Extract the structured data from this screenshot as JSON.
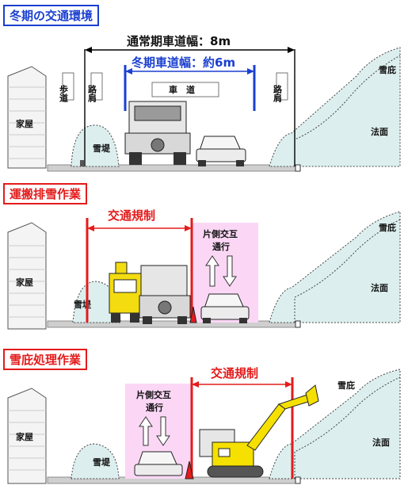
{
  "panel1": {
    "title": "冬期の交通環境",
    "normal_width_label": "通常期車道幅：8m",
    "winter_width_label": "冬期車道幅：約6m",
    "sidewalk": "歩道",
    "shoulder_left": "路肩",
    "shoulder_right": "路肩",
    "roadway": "車　道",
    "house": "家屋",
    "snowbank": "雪堤",
    "snow_storage": "雪庇",
    "slope": "法面"
  },
  "panel2": {
    "title": "運搬排雪作業",
    "traffic_control": "交通規制",
    "alternating_1": "片側交互",
    "alternating_2": "通行",
    "house": "家屋",
    "snowbank": "雪堤",
    "snow_storage": "雪庇",
    "slope": "法面"
  },
  "panel3": {
    "title": "雪庇処理作業",
    "traffic_control": "交通規制",
    "alternating_1": "片側交互",
    "alternating_2": "通行",
    "house": "家屋",
    "snowbank": "雪堤",
    "snow_storage": "雪庇",
    "slope": "法面"
  },
  "colors": {
    "title_blue": "#1a3fd0",
    "title_red": "#e41b1b",
    "snow_fill": "#dcefee",
    "alt_lane_fill": "#fbd7f5",
    "loader_yellow": "#f3dc10",
    "excavator_yellow": "#f5e000"
  }
}
